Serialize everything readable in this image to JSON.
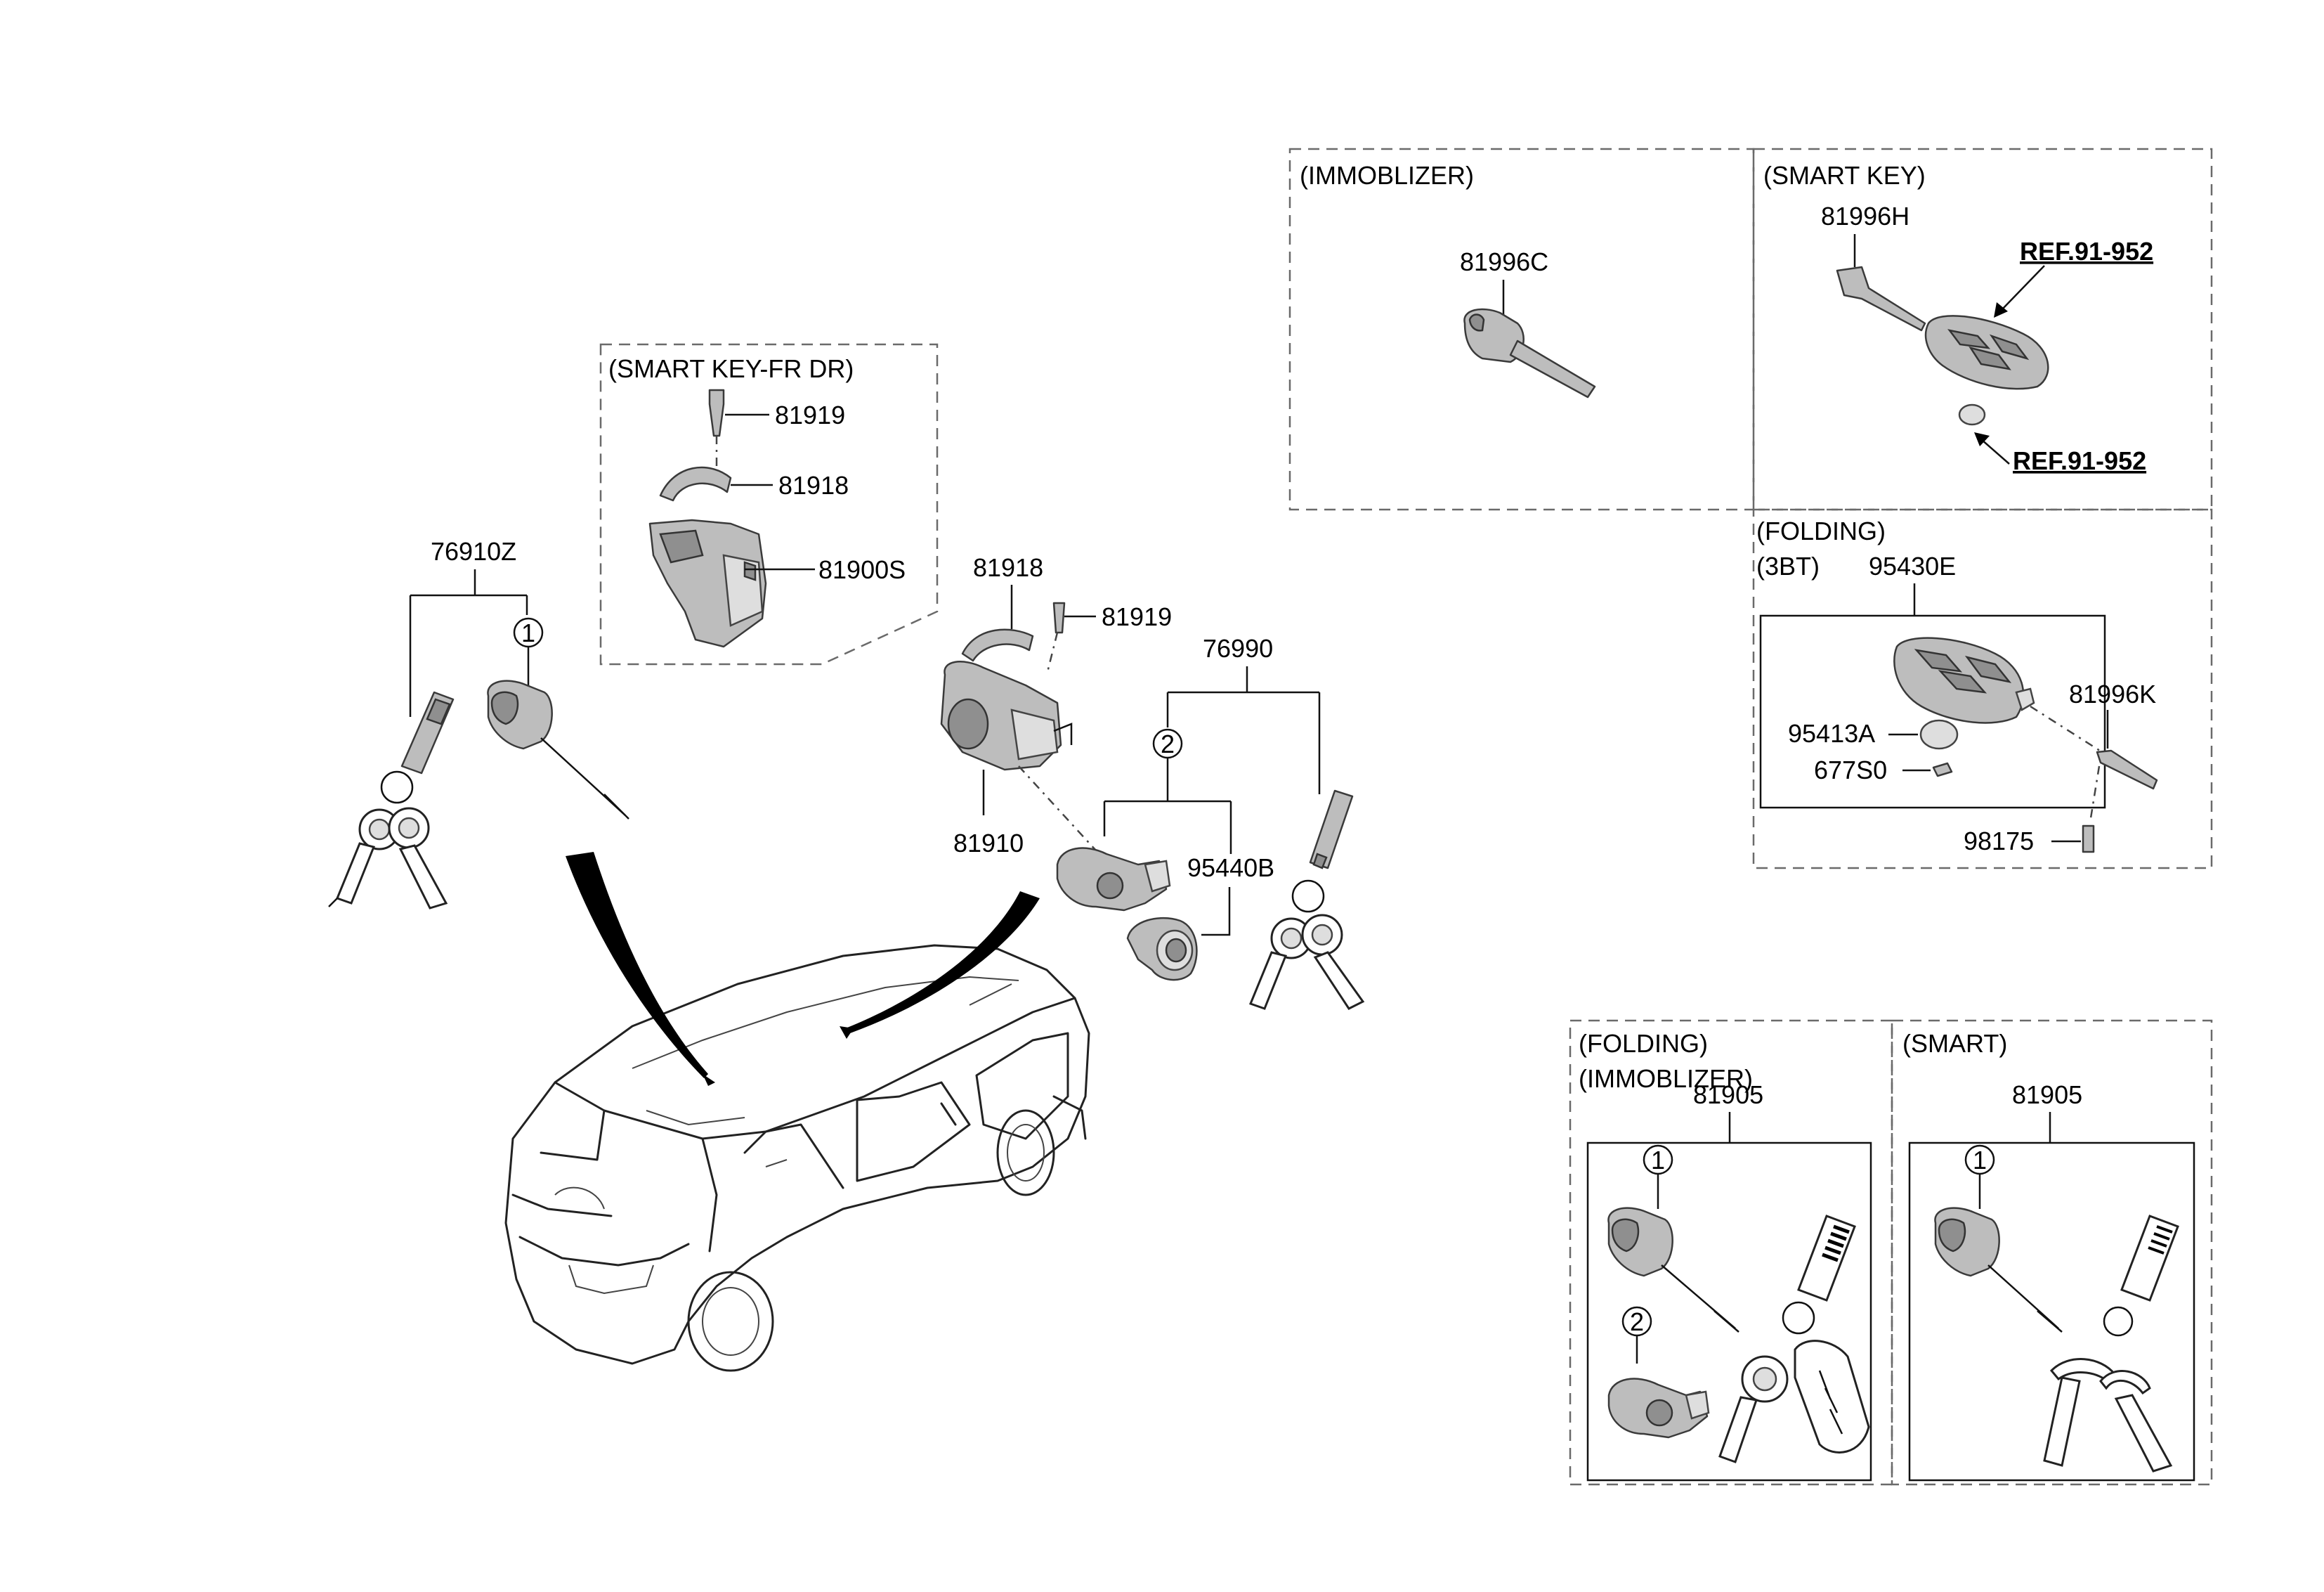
{
  "groups": {
    "immobilizer": "(IMMOBLIZER)",
    "smart_key": "(SMART KEY)",
    "smart_key_fr_dr": "(SMART KEY-FR DR)",
    "folding": "(FOLDING)",
    "folding_3bt": "(3BT)",
    "folding_immobilizer_a": "(FOLDING)",
    "folding_immobilizer_b": "(IMMOBLIZER)",
    "smart": "(SMART)"
  },
  "parts": {
    "p76910Z": "76910Z",
    "p81919_top": "81919",
    "p81918_top": "81918",
    "p81900S": "81900S",
    "p81918_mid": "81918",
    "p81919_mid": "81919",
    "p76990": "76990",
    "p81910": "81910",
    "p95440B": "95440B",
    "p81996C": "81996C",
    "p81996H": "81996H",
    "ref_top": "REF.91-952",
    "ref_bottom": "REF.91-952",
    "p95430E": "95430E",
    "p81996K": "81996K",
    "p95413A": "95413A",
    "p677S0": "677S0",
    "p98175": "98175",
    "p81905_left": "81905",
    "p81905_right": "81905"
  },
  "callouts": {
    "c1_main": "1",
    "c2_main": "2",
    "c1_fold": "1",
    "c2_fold": "2",
    "c1_smart": "1"
  }
}
